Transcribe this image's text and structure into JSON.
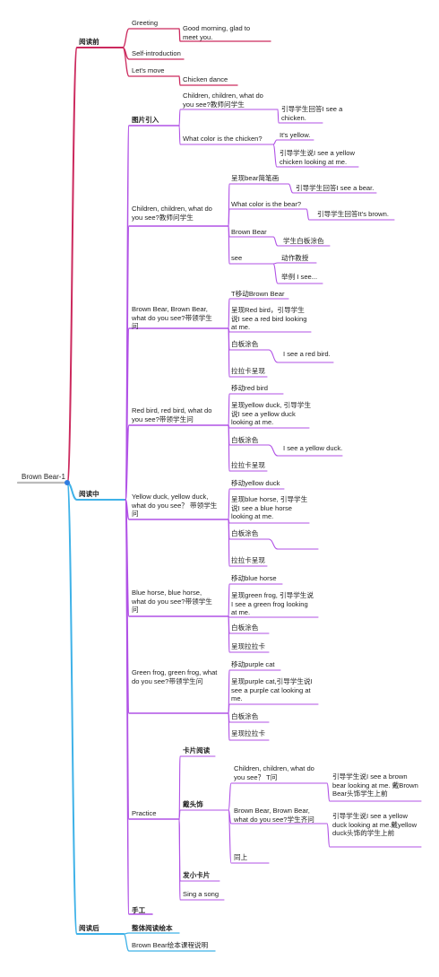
{
  "root": "Brown Bear-1",
  "pre": {
    "label": "阅读前",
    "greeting": "Greeting",
    "greeting_reply": "Good morning, glad to meet you.",
    "self_intro": "Self-introduction",
    "lets_move": "Let's move",
    "chicken_dance": "Chicken dance"
  },
  "during": {
    "label": "阅读中",
    "pic": {
      "label": "图片引入",
      "q1": "Children, children, what do you see?教师问学生",
      "a1": "引导学生回答I see a chicken.",
      "q2": "What color is the chicken?",
      "a2": "It's yellow.",
      "a3": "引导学生说I see a yellow chicken looking at me."
    },
    "s1": {
      "label": "Children, children, what do you see?教师问学生",
      "i1": "呈现bear简笔画",
      "i1a": "引导学生回答I see a bear.",
      "i2": "What color is the bear?",
      "i2a": "引导学生回答It's brown.",
      "i3": "Brown Bear",
      "i3a": "学生白板涂色",
      "i4": "see",
      "i4a": "动作教授",
      "i4b": "举例 I see..."
    },
    "s2": {
      "label": "Brown Bear, Brown Bear, what do you see?带领学生问",
      "i1": "T移动Brown Bear",
      "i2": "呈现Red bird，引导学生说I see a red bird looking at me.",
      "i3": "白板涂色",
      "i3a": "I see a red bird.",
      "i4": "拉拉卡呈现"
    },
    "s3": {
      "label": "Red bird, red bird, what do you see?带领学生问",
      "i1": "移动red bird",
      "i2": "呈现yellow duck, 引导学生说I see a yellow duck looking at me.",
      "i3": "白板涂色",
      "i3a": "I see a yellow duck.",
      "i4": "拉拉卡呈现"
    },
    "s4": {
      "label": "Yellow duck, yellow duck, what do you see？ 带领学生问",
      "i1": "移动yellow duck",
      "i2": "呈现blue horse, 引导学生说I see a blue horse looking at me.",
      "i3": "白板涂色",
      "i4": "拉拉卡呈现"
    },
    "s5": {
      "label": "Blue horse, blue horse, what do you see?带领学生问",
      "i1": "移动blue horse",
      "i2": "呈现green frog, 引导学生说I see a green frog looking at me.",
      "i3": "白板涂色",
      "i4": "呈现拉拉卡"
    },
    "s6": {
      "label": "Green frog, green frog, what do you see?带领学生问",
      "i1": "移动purple cat",
      "i2": "呈现purple cat,引导学生说I see a purple cat looking at me.",
      "i3": "白板涂色",
      "i4": "呈现拉拉卡"
    },
    "practice": {
      "label": "Practice",
      "card": "卡片阅读",
      "hat": "戴头饰",
      "h1": "Children, children, what do you see？ T问",
      "h1a": "引导学生说I see a brown bear looking at me. 戴Brown Bear头饰学生上前",
      "h2": "Brown Bear, Brown Bear, what do you see?学生齐问",
      "h2a": "引导学生说I see a yellow duck looking at me.戴yellow duck头饰的学生上前",
      "h3": "同上",
      "small_card": "发小卡片",
      "song": "Sing a song"
    },
    "craft": "手工"
  },
  "post": {
    "label": "阅读后",
    "whole": "整体阅读绘本",
    "note": "Brown Bear绘本课程说明"
  },
  "colors": {
    "pre": "#cc2a5e",
    "during": "#3fb2e8",
    "branch": "#b152e6",
    "root_line": "#bbbbbb",
    "node": "#2f7de1"
  }
}
